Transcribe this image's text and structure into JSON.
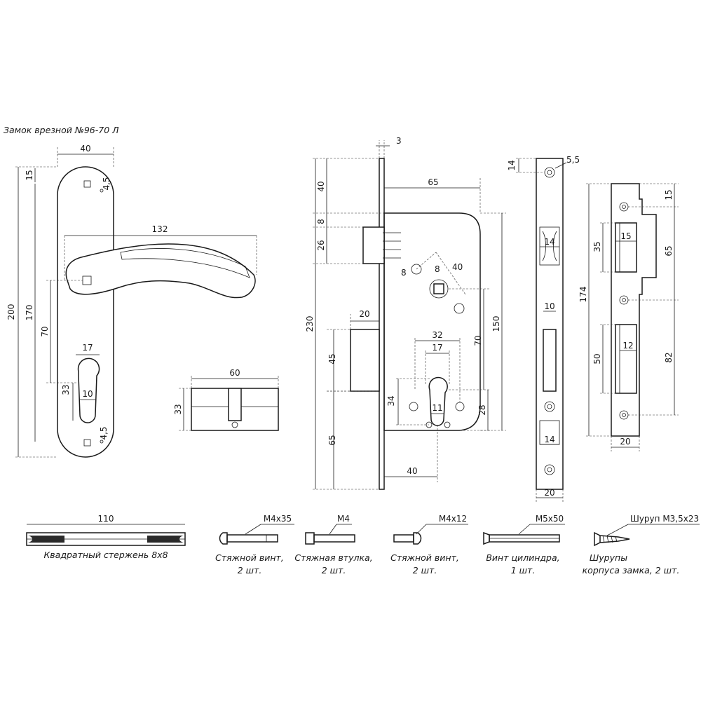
{
  "title": "Замок врезной №96-70 Л",
  "handle": {
    "d40": "40",
    "d15": "15",
    "d4_5_top": "4,5",
    "d132": "132",
    "d200": "200",
    "d170": "170",
    "d70": "70",
    "d17": "17",
    "d33": "33",
    "d10": "10",
    "d4_5_bottom": "4,5"
  },
  "cylinder": {
    "d60": "60",
    "d33": "33"
  },
  "lockbody": {
    "d3": "3",
    "d40": "40",
    "d65_top": "65",
    "d8_left": "8",
    "d26": "26",
    "d8_a": "8",
    "d8_b": "8",
    "d40_angle": "40",
    "d230": "230",
    "d20": "20",
    "d150": "150",
    "d45": "45",
    "d32": "32",
    "d17": "17",
    "d70": "70",
    "d34": "34",
    "d11": "11",
    "d28": "28",
    "d65_bottom": "65",
    "d40_bottom": "40"
  },
  "faceplate": {
    "d14_top": "14",
    "d5_5": "5,5",
    "d14_mid": "14",
    "d10": "10",
    "d14_low": "14",
    "d20": "20"
  },
  "strike": {
    "d15_top": "15",
    "d174": "174",
    "d35": "35",
    "d15_inner": "15",
    "d65": "65",
    "d50": "50",
    "d12": "12",
    "d82": "82",
    "d20": "20"
  },
  "accessories": [
    {
      "dim": "110",
      "label": [
        "Квадратный стержень 8х8"
      ]
    },
    {
      "dim": "M4x35",
      "label": [
        "Стяжной винт,",
        "2 шт."
      ]
    },
    {
      "dim": "M4",
      "label": [
        "Стяжная втулка,",
        "2 шт."
      ]
    },
    {
      "dim": "M4x12",
      "label": [
        "Стяжной винт,",
        "2 шт."
      ]
    },
    {
      "dim": "M5x50",
      "label": [
        "Винт цилиндра,",
        "1 шт."
      ]
    },
    {
      "dim": "Шуруп M3,5x23",
      "label": [
        "Шурупы",
        "корпуса замка, 2 шт."
      ]
    }
  ]
}
